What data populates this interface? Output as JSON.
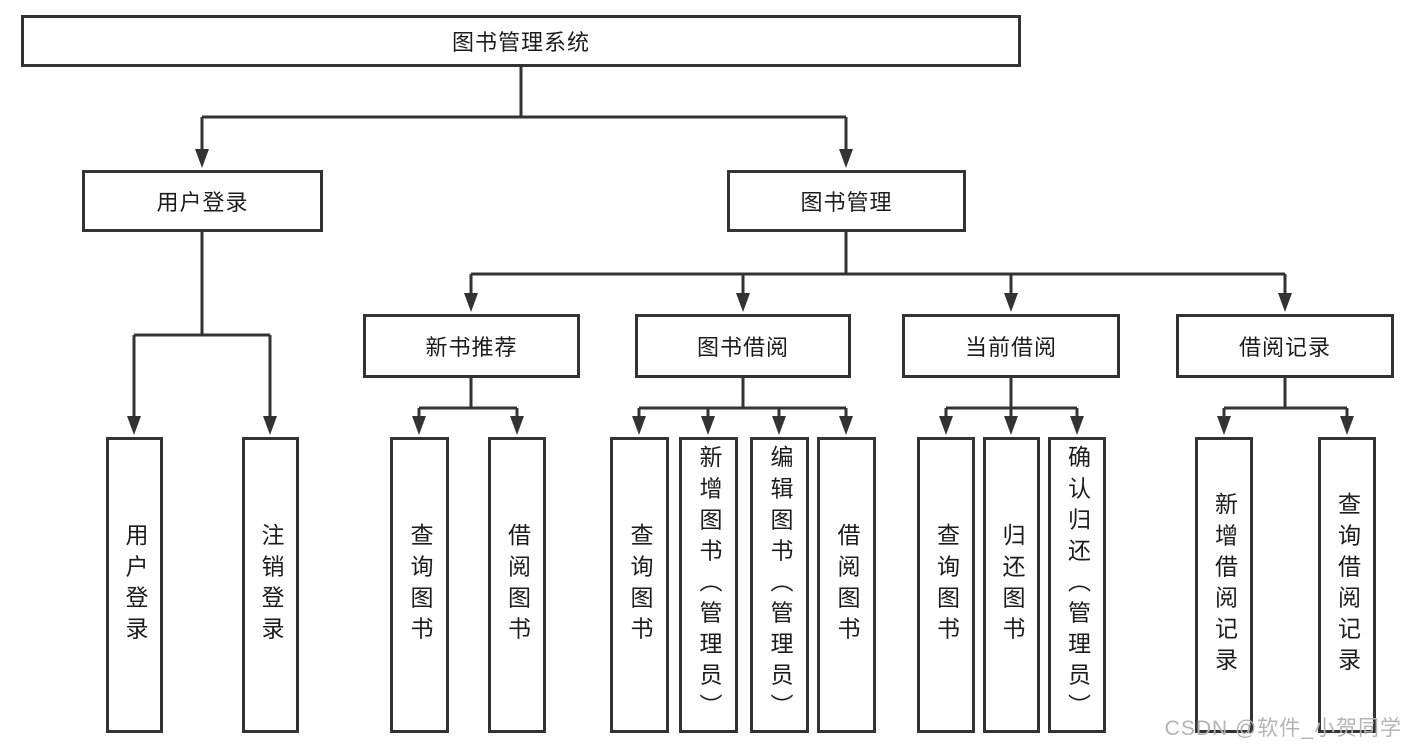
{
  "tree": {
    "root": {
      "label": "图书管理系统"
    },
    "login": {
      "label": "用户登录",
      "children": [
        {
          "label": "用户登录"
        },
        {
          "label": "注销登录"
        }
      ]
    },
    "management": {
      "label": "图书管理",
      "sections": [
        {
          "label": "新书推荐",
          "children": [
            {
              "label": "查询图书"
            },
            {
              "label": "借阅图书"
            }
          ]
        },
        {
          "label": "图书借阅",
          "children": [
            {
              "label": "查询图书"
            },
            {
              "label": "新增图书（管理员）"
            },
            {
              "label": "编辑图书（管理员）"
            },
            {
              "label": "借阅图书"
            }
          ]
        },
        {
          "label": "当前借阅",
          "children": [
            {
              "label": "查询图书"
            },
            {
              "label": "归还图书"
            },
            {
              "label": "确认归还（管理员）"
            }
          ]
        },
        {
          "label": "借阅记录",
          "children": [
            {
              "label": "新增借阅记录"
            },
            {
              "label": "查询借阅记录"
            }
          ]
        }
      ]
    }
  },
  "watermark": "CSDN @软件_小贺同学",
  "colors": {
    "line": "#333333",
    "box_border": "#333333",
    "text": "#1c1c1c",
    "watermark": "#b4b4b4",
    "background": "#ffffff"
  }
}
